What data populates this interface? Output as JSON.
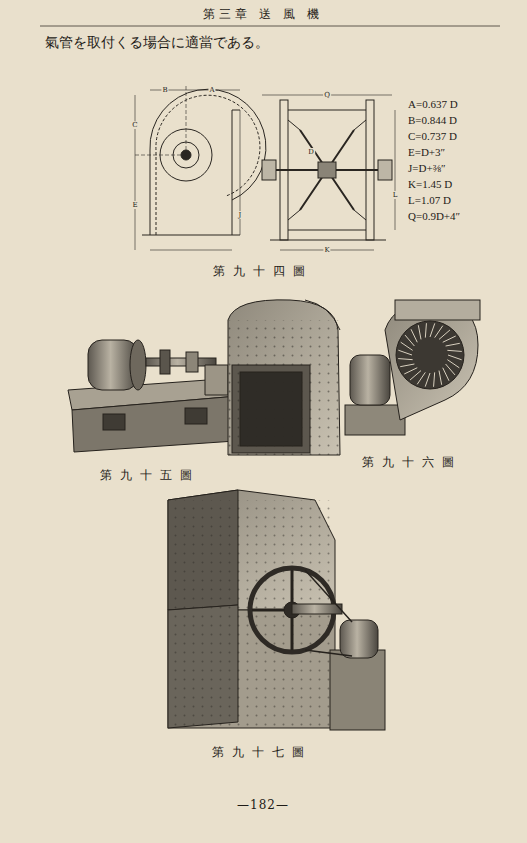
{
  "diagram": {
    "title": "第三章 送 風 機",
    "labels": [
      "氣管を取付くる場合に適當である。",
      "A=0.637 D",
      "B=0.844 D",
      "C=0.737 D",
      "E=D+3″",
      "J=D+⅜″",
      "K=1.45 D",
      "L=1.07 D",
      "Q=0.9D+4″",
      "B",
      "A",
      "C",
      "E",
      "J",
      "D",
      "L",
      "K",
      "Q",
      "第九十四圖",
      "第九十五圖",
      "第九十六圖",
      "第九十七圖",
      "—182—"
    ]
  }
}
